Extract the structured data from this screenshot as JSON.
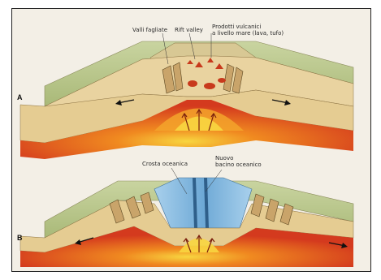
{
  "panels": [
    {
      "letter": "A",
      "labels": {
        "rift_label_1": "Valli fagliate",
        "rift_label_2": "Rift valley",
        "volcano_label_line1": "Prodotti vulcanici",
        "volcano_label_line2": "a livello mare (lava, tufo)"
      }
    },
    {
      "letter": "B",
      "labels": {
        "crust_label": "Crosta oceanica",
        "basin_label_line1": "Nuovo",
        "basin_label_line2": "bacino oceanico"
      }
    }
  ],
  "colors": {
    "magma_core": "#f6c531",
    "magma_mid": "#ef7a1c",
    "magma_outer": "#d9361e",
    "crust": "#e7cf9a",
    "surface_green": "#b9c88a",
    "ocean": "#8fc0e4",
    "ocean_deep": "#5e9ccf"
  }
}
